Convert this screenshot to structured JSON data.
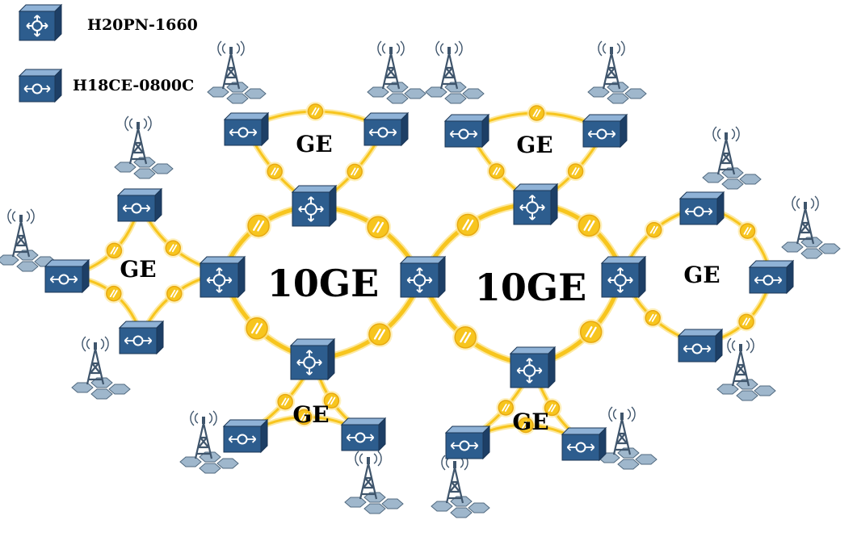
{
  "legend": {
    "items": [
      {
        "label": "H20PN-1660",
        "device": "aggregation-router"
      },
      {
        "label": "H18CE-0800C",
        "device": "access-router"
      }
    ]
  },
  "rings": {
    "core_left": "10GE",
    "core_right": "10GE",
    "ge_top_left": "GE",
    "ge_top_right": "GE",
    "ge_left": "GE",
    "ge_right": "GE",
    "ge_bottom_left": "GE",
    "ge_bottom_right": "GE"
  },
  "colors": {
    "link": "#f7c51e",
    "link_glow": "#fde9a0",
    "device_front": "#2d5d8e",
    "device_top": "#8fb2d6",
    "device_side": "#1d3f66",
    "tower": "#3f556c",
    "tower_base": "#9fb7cc"
  },
  "icons": {
    "aggregation": "router-cross-arrows-icon",
    "access": "router-bidirectional-arrows-icon",
    "tower": "cell-tower-icon",
    "link_marker": "optical-link-icon"
  }
}
